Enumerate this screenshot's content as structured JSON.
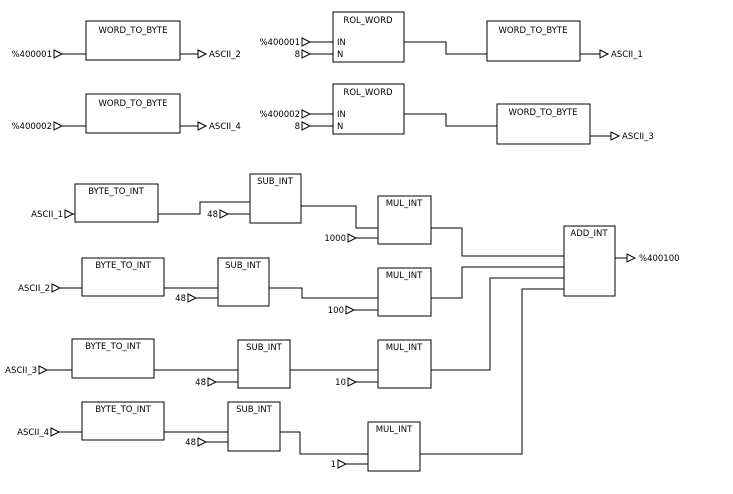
{
  "blocks": {
    "w2b_1": {
      "title": "WORD_TO_BYTE"
    },
    "rol_1": {
      "title": "ROL_WORD",
      "in_label": "IN",
      "n_label": "N"
    },
    "w2b_2": {
      "title": "WORD_TO_BYTE"
    },
    "w2b_3": {
      "title": "WORD_TO_BYTE"
    },
    "rol_2": {
      "title": "ROL_WORD",
      "in_label": "IN",
      "n_label": "N"
    },
    "w2b_4": {
      "title": "WORD_TO_BYTE"
    },
    "b2i_1": {
      "title": "BYTE_TO_INT"
    },
    "b2i_2": {
      "title": "BYTE_TO_INT"
    },
    "b2i_3": {
      "title": "BYTE_TO_INT"
    },
    "b2i_4": {
      "title": "BYTE_TO_INT"
    },
    "sub_1": {
      "title": "SUB_INT"
    },
    "sub_2": {
      "title": "SUB_INT"
    },
    "sub_3": {
      "title": "SUB_INT"
    },
    "sub_4": {
      "title": "SUB_INT"
    },
    "mul_1": {
      "title": "MUL_INT"
    },
    "mul_2": {
      "title": "MUL_INT"
    },
    "mul_3": {
      "title": "MUL_INT"
    },
    "mul_4": {
      "title": "MUL_INT"
    },
    "add_1": {
      "title": "ADD_INT"
    }
  },
  "signals": {
    "in_400001_a": "%400001",
    "out_ascii2_a": "ASCII_2",
    "in_400001_b": "%400001",
    "const_8_a": "8",
    "out_ascii1_a": "ASCII_1",
    "in_400002_a": "%400002",
    "out_ascii4_a": "ASCII_4",
    "in_400002_b": "%400002",
    "const_8_b": "8",
    "out_ascii3_a": "ASCII_3",
    "in_ascii1": "ASCII_1",
    "in_ascii2": "ASCII_2",
    "in_ascii3": "ASCII_3",
    "in_ascii4": "ASCII_4",
    "const_48_1": "48",
    "const_48_2": "48",
    "const_48_3": "48",
    "const_48_4": "48",
    "const_1000": "1000",
    "const_100": "100",
    "const_10": "10",
    "const_1": "1",
    "out_400100": "%400100"
  }
}
